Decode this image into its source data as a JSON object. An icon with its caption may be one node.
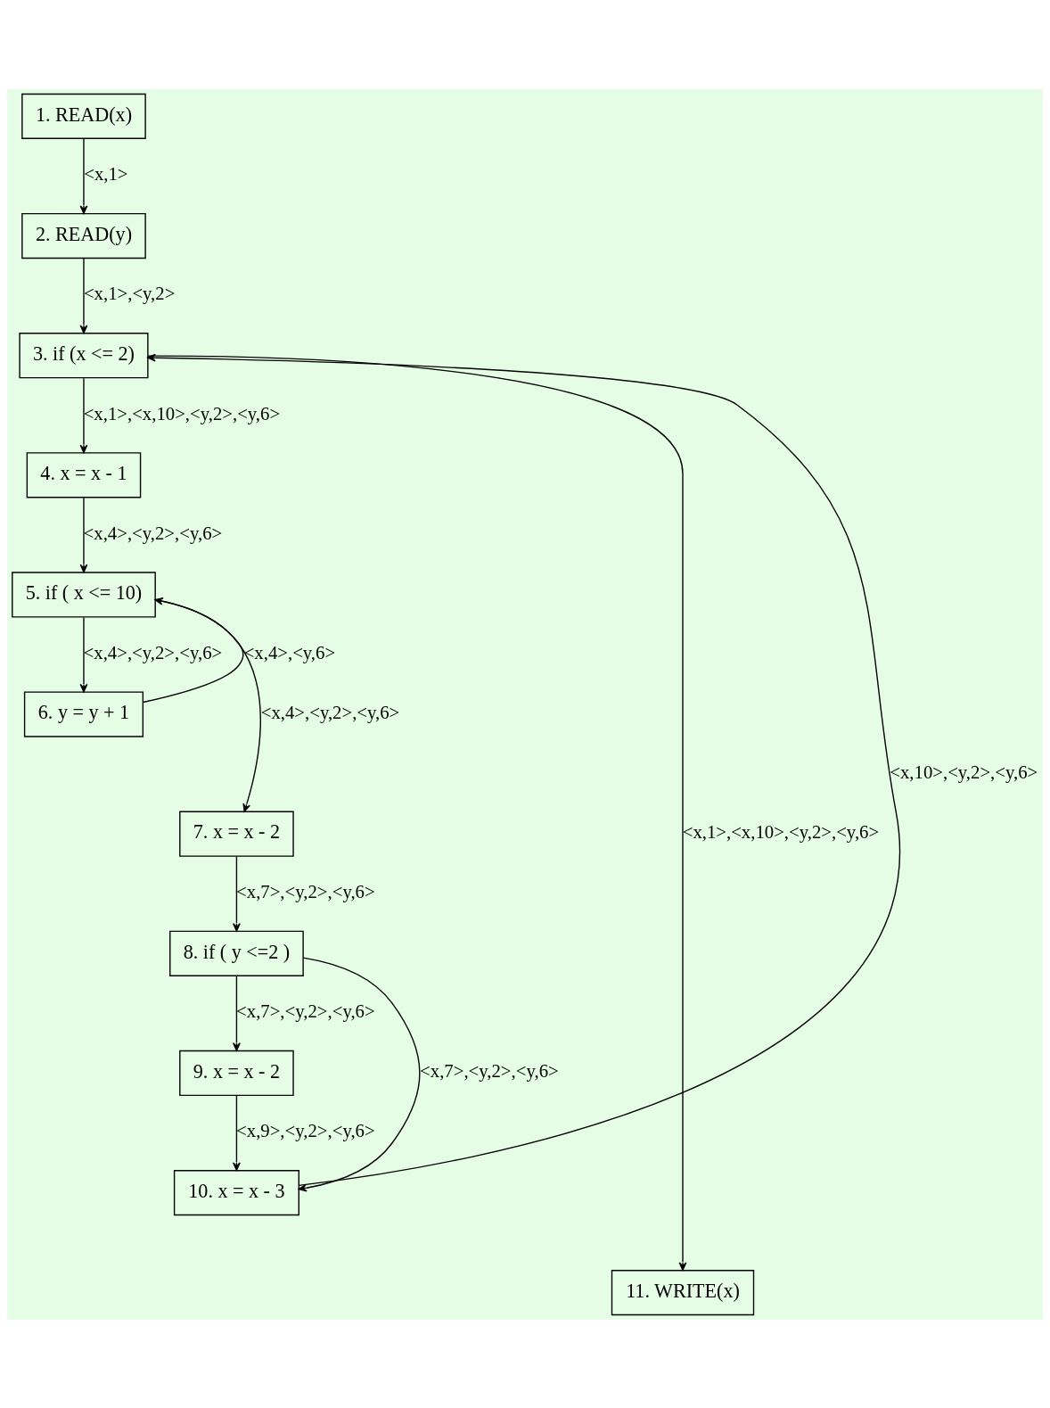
{
  "diagram": {
    "nodes": [
      {
        "text": [
          "1. READ(x)"
        ]
      },
      {
        "text": [
          "2. READ(y)"
        ]
      },
      {
        "text": [
          "3. if (x <= 2)"
        ]
      },
      {
        "text": [
          "4. x = x - 1"
        ]
      },
      {
        "text": [
          "5. if ( x <= 10)"
        ]
      },
      {
        "text": [
          "6. y = y + 1"
        ]
      },
      {
        "text": [
          "7. x = x - 2"
        ]
      },
      {
        "text": [
          "8. if ( y <=2 )"
        ]
      },
      {
        "text": [
          "9. x = x - 2"
        ]
      },
      {
        "text": [
          "10. x = x - 3"
        ]
      },
      {
        "text": [
          "11. WRITE(x)"
        ]
      }
    ],
    "edges": [
      {
        "from": 0,
        "to": 1,
        "arrow": "to",
        "label": "<x,1>"
      },
      {
        "from": 1,
        "to": 2,
        "arrow": "to",
        "label": "<x,1>,<y,2>"
      },
      {
        "from": 2,
        "to": 3,
        "arrow": "to",
        "label": "<x,1>,<x,10>,<y,2>,<y,6>"
      },
      {
        "from": 3,
        "to": 4,
        "arrow": "to",
        "label": "<x,4>,<y,2>,<y,6>"
      },
      {
        "from": 4,
        "to": 5,
        "arrow": "to",
        "label": "<x,4>,<y,2>,<y,6>"
      },
      {
        "from": 5,
        "to": 4,
        "arrow": "to",
        "label": "<x,4>,<y,6>"
      },
      {
        "from": 4,
        "to": 6,
        "arrow": "to",
        "label": "<x,4>,<y,2>,<y,6>"
      },
      {
        "from": 6,
        "to": 7,
        "arrow": "to",
        "label": "<x,7>,<y,2>,<y,6>"
      },
      {
        "from": 7,
        "to": 8,
        "arrow": "to",
        "label": "<x,7>,<y,2>,<y,6>"
      },
      {
        "from": 8,
        "to": 9,
        "arrow": "to",
        "label": "<x,9>,<y,2>,<y,6>"
      },
      {
        "from": 7,
        "to": 9,
        "arrow": "to",
        "label": "<x,7>,<y,2>,<y,6>"
      },
      {
        "from": 9,
        "to": 2,
        "arrow": "to",
        "label": "<x,10>,<y,2>,<y,6>"
      },
      {
        "from": 2,
        "to": 10,
        "arrow": "to",
        "label": "<x,1>,<x,10>,<y,2>,<y,6>"
      }
    ]
  }
}
